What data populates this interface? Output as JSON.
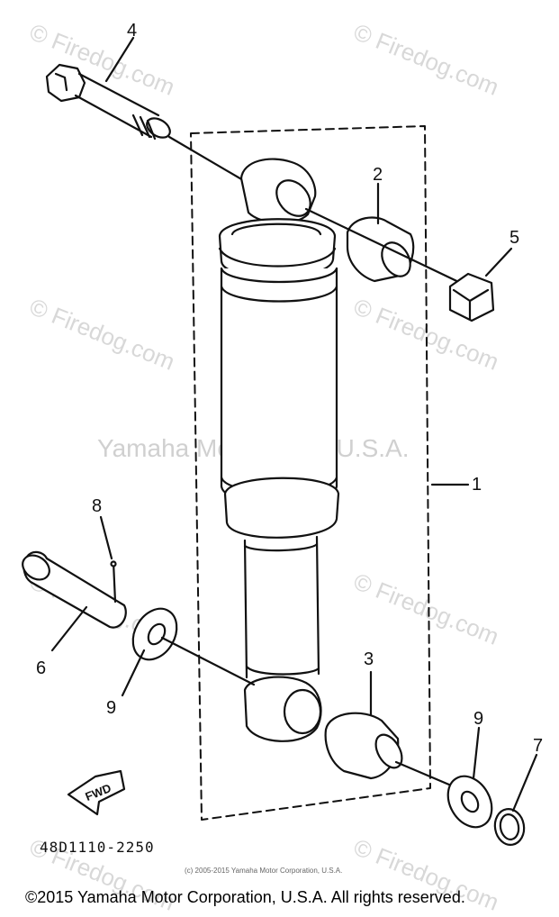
{
  "callouts": {
    "c1": "1",
    "c2": "2",
    "c3": "3",
    "c4": "4",
    "c5": "5",
    "c6": "6",
    "c7": "7",
    "c8": "8",
    "c9a": "9",
    "c9b": "9"
  },
  "watermarks": {
    "firedog": "© Firedog.com",
    "center": "Yamaha Motor Corp, U.S.A."
  },
  "fwd_label": "FWD",
  "part_code": "48D1110-2250",
  "small_copyright": "(c) 2005-2015 Yamaha Motor Corporation, U.S.A.",
  "footer": "©2015 Yamaha Motor Corporation, U.S.A. All rights reserved."
}
